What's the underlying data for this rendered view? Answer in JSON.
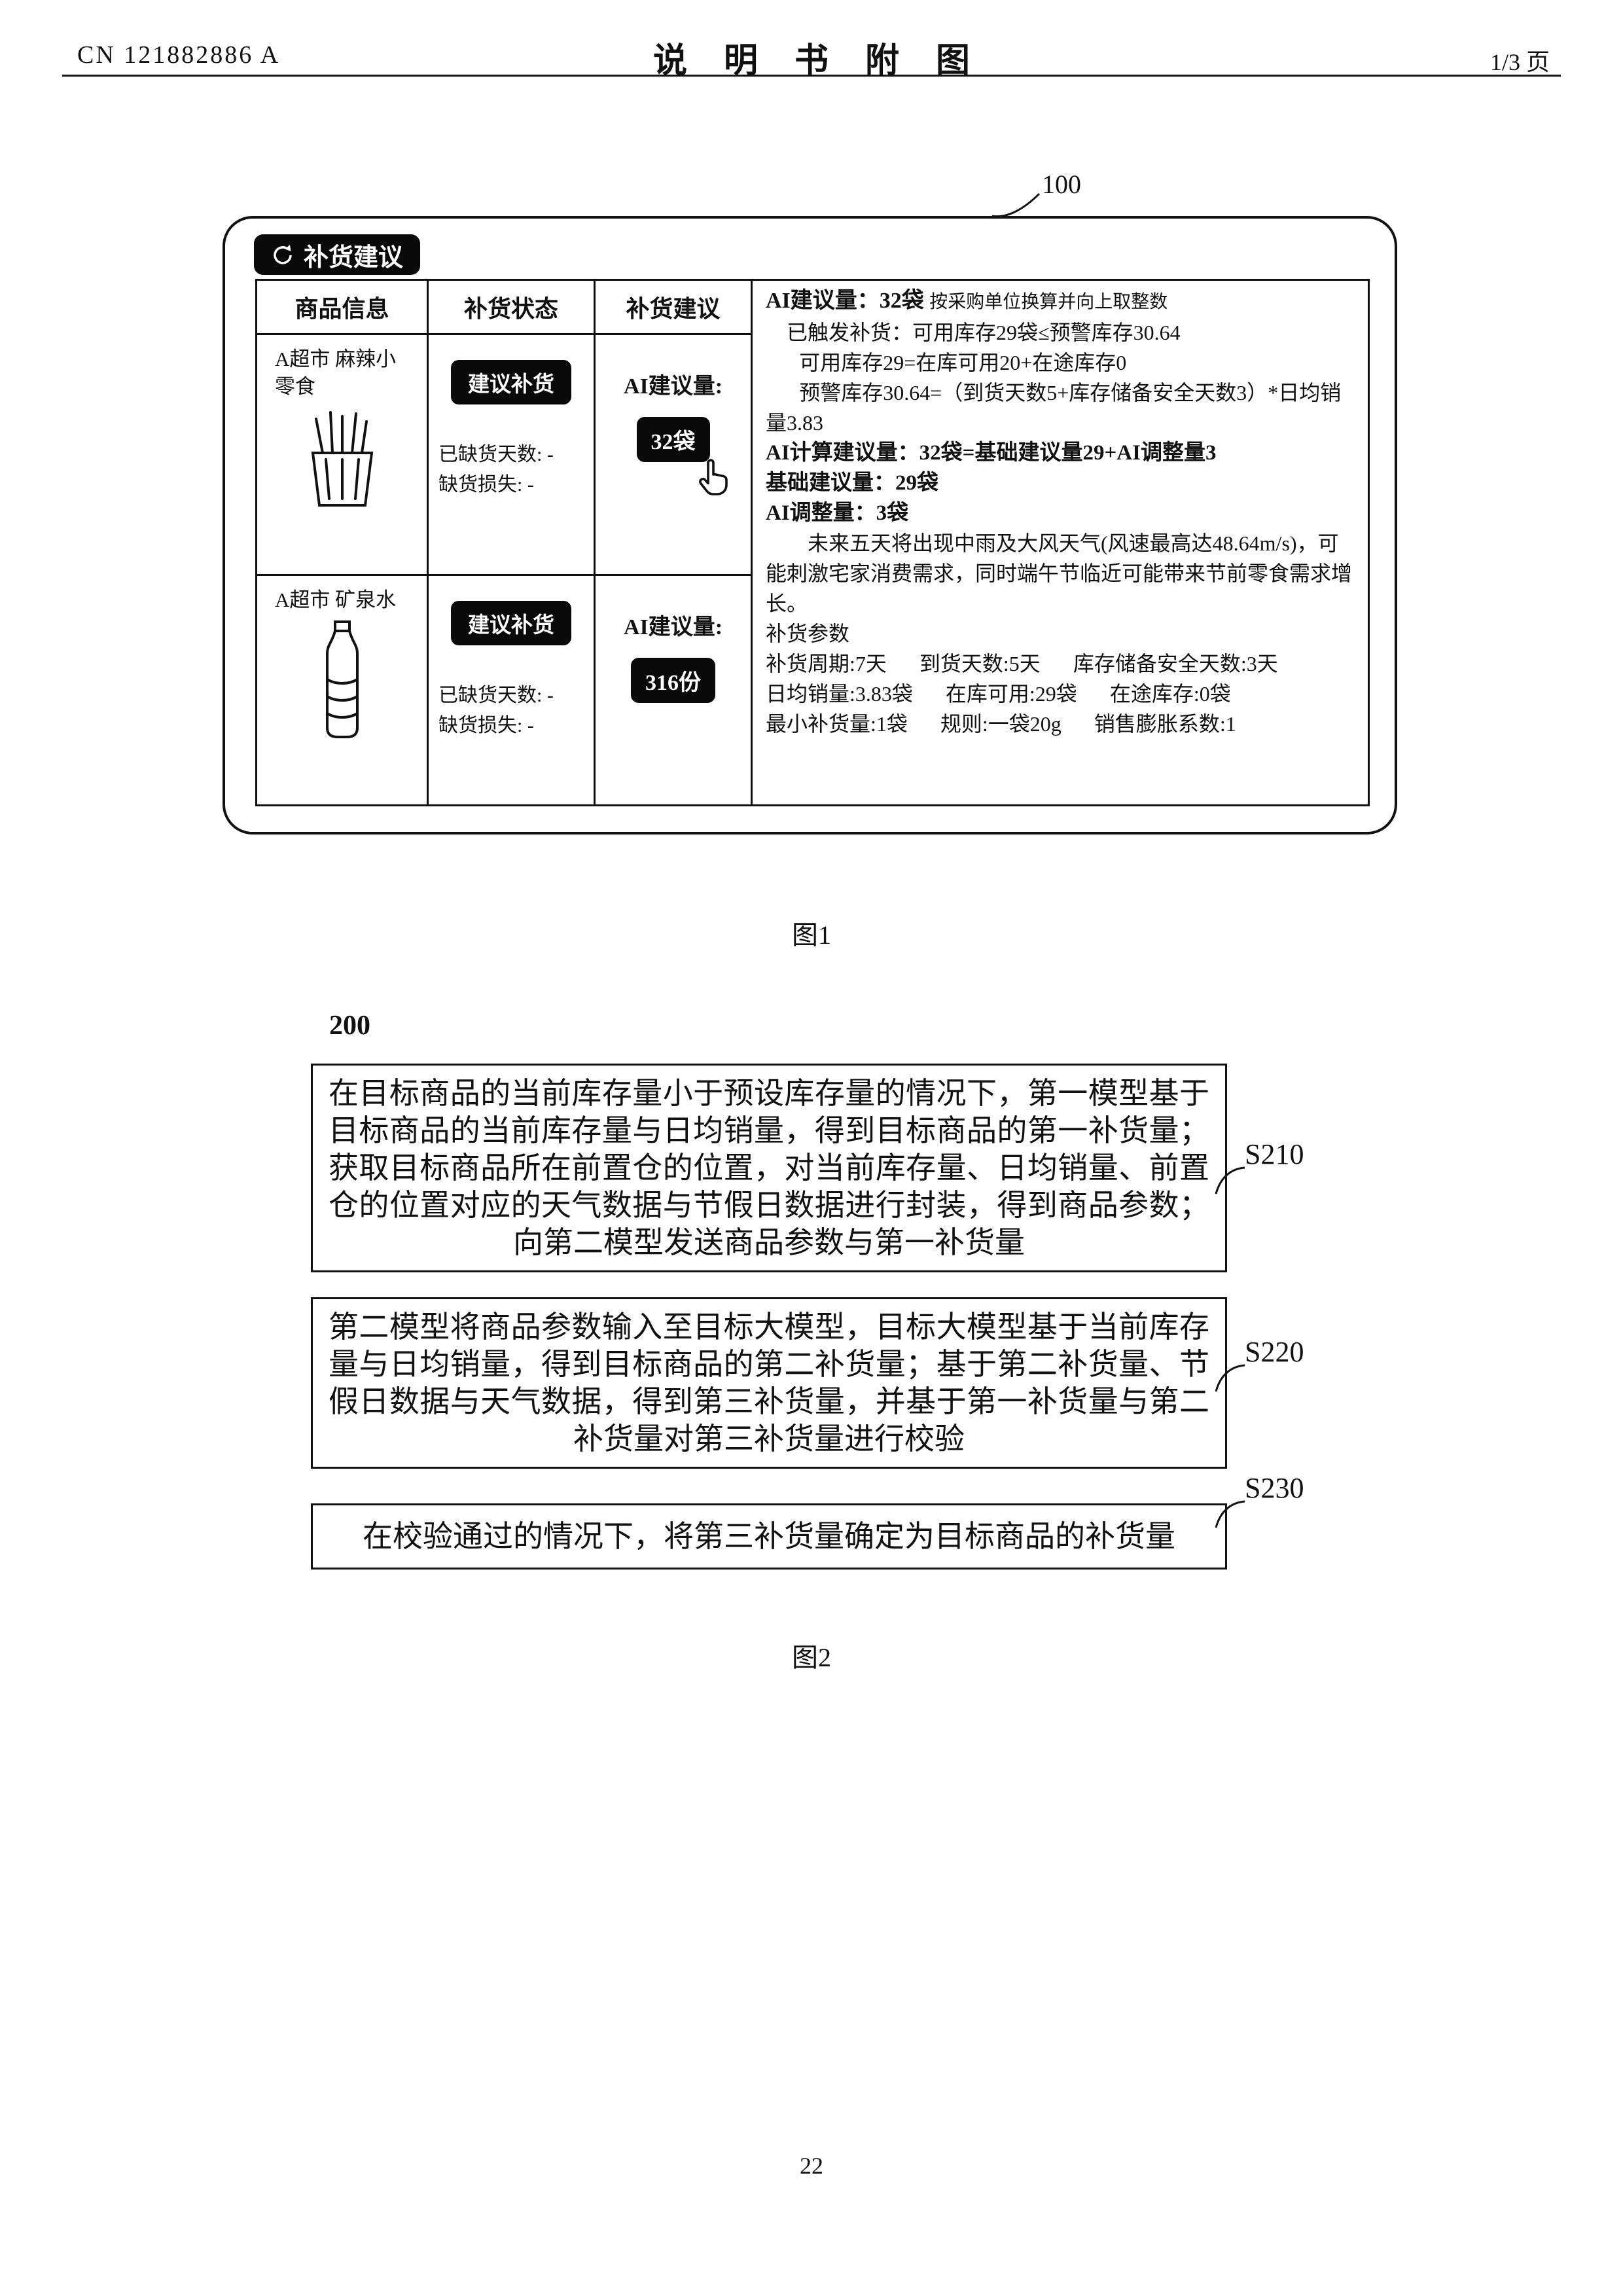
{
  "header": {
    "patent_number": "CN 121882886 A",
    "doc_title": "说明书附图",
    "page_indicator": "1/3 页"
  },
  "figure1": {
    "ref_label": "100",
    "panel_badge": "补货建议",
    "caption": "图1",
    "table": {
      "columns": [
        "商品信息",
        "补货状态",
        "补货建议"
      ],
      "rows": [
        {
          "product_name": "A超市 麻辣小零食",
          "status_badge": "建议补货",
          "stockout_days": "已缺货天数: -",
          "stockout_loss": "缺货损失: -",
          "ai_label": "AI建议量:",
          "ai_value": "32袋"
        },
        {
          "product_name": "A超市 矿泉水",
          "status_badge": "建议补货",
          "stockout_days": "已缺货天数: -",
          "stockout_loss": "缺货损失: -",
          "ai_label": "AI建议量:",
          "ai_value": "316份"
        }
      ]
    },
    "details": {
      "l1_label": "AI建议量：",
      "l1_value": "32袋",
      "l1_note": "按采购单位换算并向上取整数",
      "l2": "已触发补货：可用库存29袋≤预警库存30.64",
      "l3": "可用库存29=在库可用20+在途库存0",
      "l4": "预警库存30.64=（到货天数5+库存储备安全天数3）*日均销量3.83",
      "l5": "AI计算建议量：32袋=基础建议量29+AI调整量3",
      "l6": "基础建议量：29袋",
      "l7": "AI调整量：3袋",
      "weather": "未来五天将出现中雨及大风天气(风速最高达48.64m/s)，可能刺激宅家消费需求，同时端午节临近可能带来节前零食需求增长。",
      "params_title": "补货参数",
      "params": [
        [
          "补货周期:7天",
          "到货天数:5天",
          "库存储备安全天数:3天"
        ],
        [
          "日均销量:3.83袋",
          "在库可用:29袋",
          "在途库存:0袋"
        ],
        [
          "最小补货量:1袋",
          "规则:一袋20g",
          "销售膨胀系数:1"
        ]
      ]
    }
  },
  "figure2": {
    "ref_label": "200",
    "caption": "图2",
    "steps": [
      {
        "id": "S210",
        "text": "在目标商品的当前库存量小于预设库存量的情况下，第一模型基于目标商品的当前库存量与日均销量，得到目标商品的第一补货量；获取目标商品所在前置仓的位置，对当前库存量、日均销量、前置仓的位置对应的天气数据与节假日数据进行封装，得到商品参数；向第二模型发送商品参数与第一补货量"
      },
      {
        "id": "S220",
        "text": "第二模型将商品参数输入至目标大模型，目标大模型基于当前库存量与日均销量，得到目标商品的第二补货量；基于第二补货量、节假日数据与天气数据，得到第三补货量，并基于第一补货量与第二补货量对第三补货量进行校验"
      },
      {
        "id": "S230",
        "text": "在校验通过的情况下，将第三补货量确定为目标商品的补货量"
      }
    ]
  },
  "footer": {
    "page_number": "22"
  }
}
